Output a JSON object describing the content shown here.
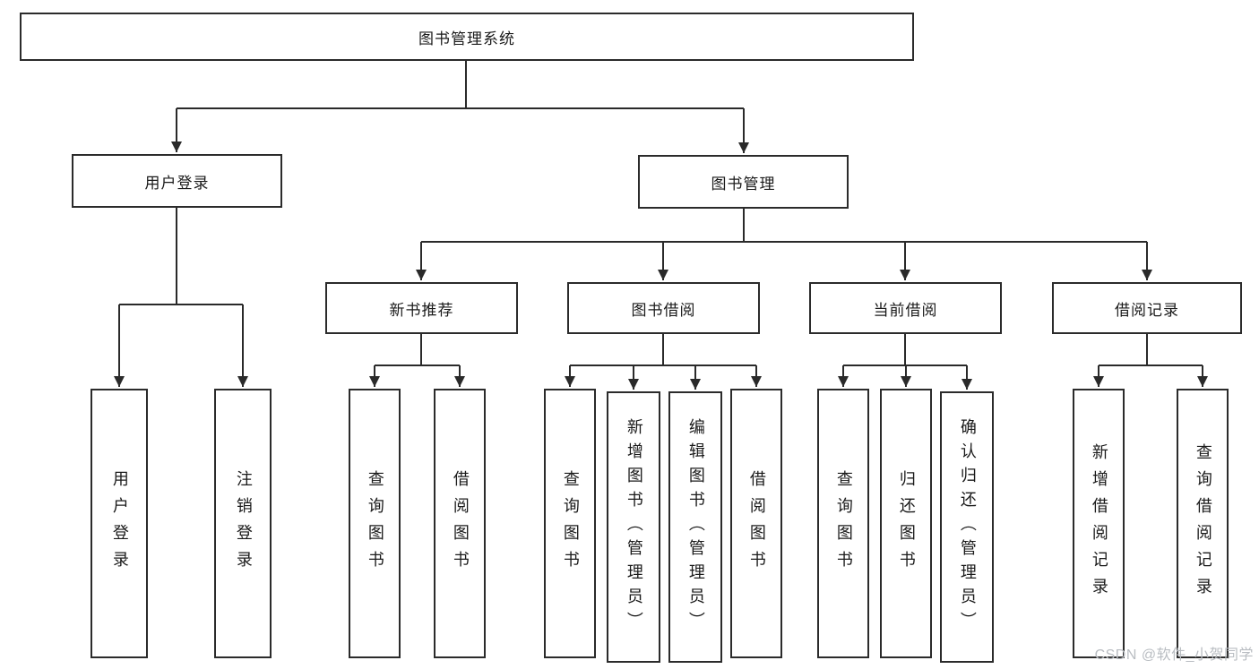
{
  "root": {
    "label": "图书管理系统"
  },
  "user_login": {
    "label": "用户登录",
    "children": [
      {
        "label": "用户登录"
      },
      {
        "label": "注销登录"
      }
    ]
  },
  "book_management": {
    "label": "图书管理",
    "sections": [
      {
        "label": "新书推荐",
        "children": [
          {
            "label": "查询图书"
          },
          {
            "label": "借阅图书"
          }
        ]
      },
      {
        "label": "图书借阅",
        "children": [
          {
            "label": "查询图书"
          },
          {
            "label": "新增图书（管理员）"
          },
          {
            "label": "编辑图书（管理员）"
          },
          {
            "label": "借阅图书"
          }
        ]
      },
      {
        "label": "当前借阅",
        "children": [
          {
            "label": "查询图书"
          },
          {
            "label": "归还图书"
          },
          {
            "label": "确认归还（管理员）"
          }
        ]
      },
      {
        "label": "借阅记录",
        "children": [
          {
            "label": "新增借阅记录"
          },
          {
            "label": "查询借阅记录"
          }
        ]
      }
    ]
  },
  "watermark": "CSDN @软件_小贺同学",
  "colors": {
    "line": "#2a2a2a",
    "border": "#2b2b2b",
    "text": "#1a1a1a",
    "watermark": "#b9bdc2"
  }
}
